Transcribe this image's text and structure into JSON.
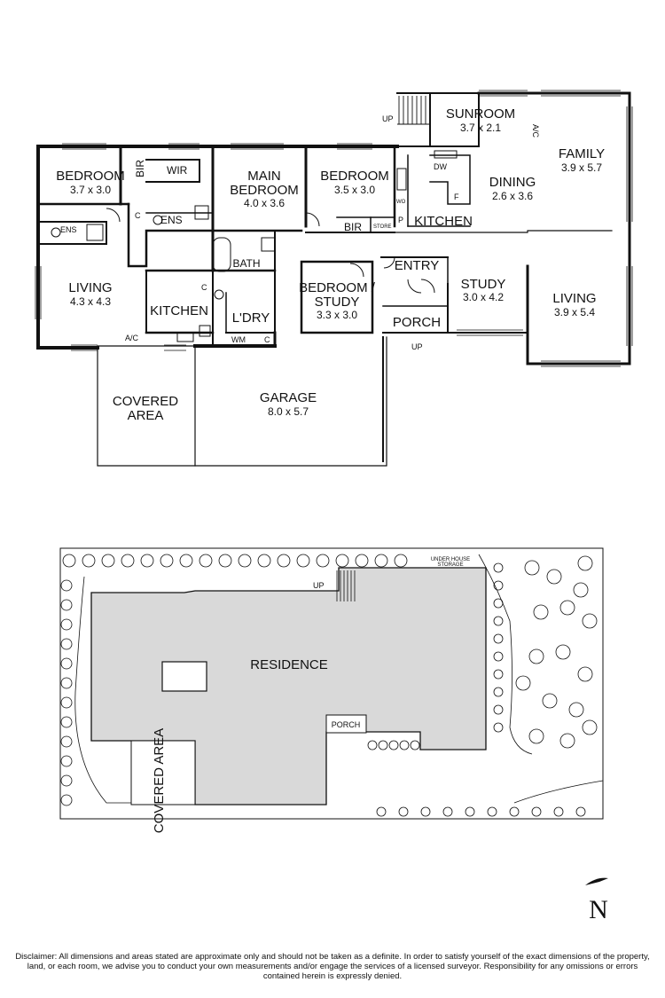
{
  "floor_plan": {
    "rooms": [
      {
        "id": "bedroom1",
        "name": "BEDROOM",
        "dims": "3.7 x 3.0"
      },
      {
        "id": "main_bedroom_l1",
        "name": "MAIN",
        "name2": "BEDROOM",
        "dims": "4.0 x 3.6"
      },
      {
        "id": "bedroom2",
        "name": "BEDROOM",
        "dims": "3.5 x 3.0"
      },
      {
        "id": "sunroom",
        "name": "SUNROOM",
        "dims": "3.7 x 2.1"
      },
      {
        "id": "family",
        "name": "FAMILY",
        "dims": "3.9 x 5.7"
      },
      {
        "id": "dining",
        "name": "DINING",
        "dims": "2.6 x 3.6"
      },
      {
        "id": "kitchen_main",
        "name": "KITCHEN"
      },
      {
        "id": "living1",
        "name": "LIVING",
        "dims": "4.3 x 4.3"
      },
      {
        "id": "kitchen2",
        "name": "KITCHEN"
      },
      {
        "id": "bath",
        "name": "BATH"
      },
      {
        "id": "laundry",
        "name": "L'DRY"
      },
      {
        "id": "bedroom_study",
        "name": "BEDROOM /",
        "name2": "STUDY",
        "dims": "3.3 x 3.0"
      },
      {
        "id": "entry",
        "name": "ENTRY"
      },
      {
        "id": "porch",
        "name": "PORCH"
      },
      {
        "id": "study",
        "name": "STUDY",
        "dims": "3.0 x 4.2"
      },
      {
        "id": "living2",
        "name": "LIVING",
        "dims": "3.9 x 5.4"
      },
      {
        "id": "covered",
        "name": "COVERED",
        "name2": "AREA"
      },
      {
        "id": "garage",
        "name": "GARAGE",
        "dims": "8.0 x 5.7"
      }
    ],
    "small_labels": {
      "wir": "WIR",
      "bir1": "BIR",
      "bir2": "BIR",
      "store": "STORE",
      "ens1": "ENS",
      "ens2": "ENS",
      "c1": "C",
      "c2": "C",
      "c3": "C",
      "wo": "WO",
      "p": "P",
      "dw": "DW",
      "f": "F",
      "wm": "WM",
      "ac1": "A/C",
      "ac2": "A/C",
      "up1": "UP",
      "up2": "UP"
    }
  },
  "site_plan": {
    "residence": "RESIDENCE",
    "porch": "PORCH",
    "covered": "COVERED AREA",
    "up": "UP",
    "under_house_1": "UNDER HOUSE",
    "under_house_2": "STORAGE"
  },
  "north": "N",
  "disclaimer": "Disclaimer: All dimensions and areas stated are approximate only and should not be taken as a definite. In order to satisfy yourself of the exact dimensions of the property, land, or each room, we advise you to conduct your own measurements and/or engage the services of a licensed surveyor. Responsibility for any omissions or errors contained herein is expressly denied.",
  "colors": {
    "wall": "#111111",
    "residence_fill": "#d9d9d9",
    "tree_fill": "#ffffff"
  }
}
